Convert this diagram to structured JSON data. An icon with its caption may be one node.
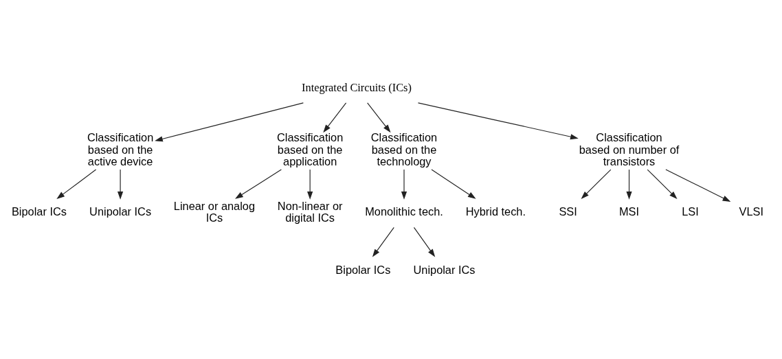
{
  "diagram": {
    "nodes": [
      {
        "text": [
          "Integrated Circuits (ICs)"
        ]
      },
      {
        "text": [
          "Classification based on the active device"
        ]
      },
      {
        "text": [
          "Classification based on the application"
        ]
      },
      {
        "text": [
          "Classification based on the technology"
        ]
      },
      {
        "text": [
          "Classification based on number of transistors"
        ]
      },
      {
        "text": [
          "Bipolar ICs"
        ]
      },
      {
        "text": [
          "Unipolar ICs"
        ]
      },
      {
        "text": [
          "Linear or analog ICs"
        ]
      },
      {
        "text": [
          "Non-linear or digital ICs"
        ]
      },
      {
        "text": [
          "Monolithic tech."
        ]
      },
      {
        "text": [
          "Hybrid tech."
        ]
      },
      {
        "text": [
          "SSI"
        ]
      },
      {
        "text": [
          "MSI"
        ]
      },
      {
        "text": [
          "LSI"
        ]
      },
      {
        "text": [
          "VLSI"
        ]
      },
      {
        "text": [
          "Bipolar ICs"
        ]
      },
      {
        "text": [
          "Unipolar ICs"
        ]
      }
    ],
    "edges": [
      {
        "from": 0,
        "to": 1,
        "arrow": "to"
      },
      {
        "from": 0,
        "to": 2,
        "arrow": "to"
      },
      {
        "from": 0,
        "to": 3,
        "arrow": "to"
      },
      {
        "from": 0,
        "to": 4,
        "arrow": "to"
      },
      {
        "from": 1,
        "to": 5,
        "arrow": "to"
      },
      {
        "from": 1,
        "to": 6,
        "arrow": "to"
      },
      {
        "from": 2,
        "to": 7,
        "arrow": "to"
      },
      {
        "from": 2,
        "to": 8,
        "arrow": "to"
      },
      {
        "from": 3,
        "to": 9,
        "arrow": "to"
      },
      {
        "from": 3,
        "to": 10,
        "arrow": "to"
      },
      {
        "from": 4,
        "to": 11,
        "arrow": "to"
      },
      {
        "from": 4,
        "to": 12,
        "arrow": "to"
      },
      {
        "from": 4,
        "to": 13,
        "arrow": "to"
      },
      {
        "from": 4,
        "to": 14,
        "arrow": "to"
      },
      {
        "from": 9,
        "to": 15,
        "arrow": "to"
      },
      {
        "from": 9,
        "to": 16,
        "arrow": "to"
      }
    ]
  }
}
